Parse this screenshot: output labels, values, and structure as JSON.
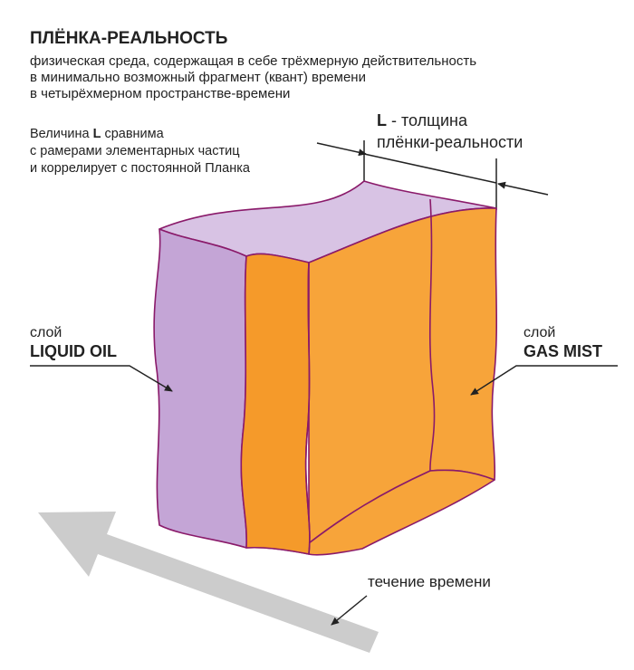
{
  "header": {
    "title": "ПЛЁНКА-РЕАЛЬНОСТЬ",
    "subtitle_lines": [
      "физическая среда, содержащая в себе трёхмерную действительность",
      "в минимально возможный фрагмент (квант) времени",
      "в четырёхмерном пространстве-времени"
    ]
  },
  "note": {
    "line1_prefix": "Величина ",
    "line1_symbol": "L",
    "line1_suffix": " сравнима",
    "line2": "с рамерами элементарных частиц",
    "line3": "и коррелирует с постоянной Планка"
  },
  "thickness_label": {
    "symbol": "L",
    "line1_suffix": " - толщина",
    "line2": "плёнки-реальности"
  },
  "left_layer": {
    "prefix": "слой",
    "name": "LIQUID OIL"
  },
  "right_layer": {
    "prefix": "слой",
    "name": "GAS MIST"
  },
  "time_label": "течение времени",
  "colors": {
    "liquid_oil_side": "#c4a5d6",
    "liquid_oil_top": "#d8c3e4",
    "gas_mist_front": "#f59a2a",
    "gas_mist_inner": "#f7a43a",
    "outline": "#8a1a6a",
    "time_arrow": "#cccccc",
    "pointer": "#222222"
  },
  "icons": {
    "time_arrow": "arrow-icon",
    "pointers": "pointer-arrow-icon"
  }
}
